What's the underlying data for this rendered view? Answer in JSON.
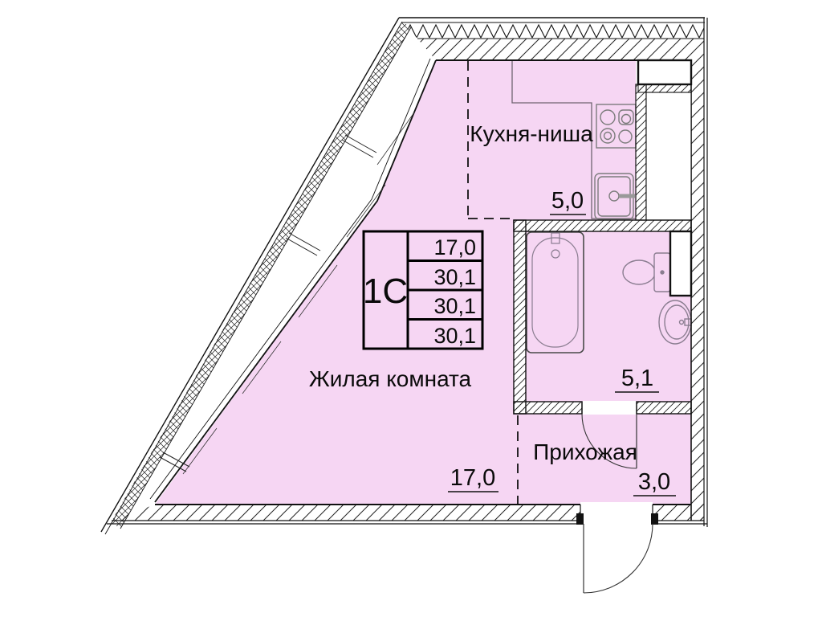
{
  "unit": {
    "type_label": "1С",
    "table_rows": [
      "17,0",
      "30,1",
      "30,1",
      "30,1"
    ]
  },
  "rooms": {
    "kitchen": {
      "label": "Кухня-ниша",
      "area": "5,0"
    },
    "living": {
      "label": "Жилая комната",
      "area": "17,0"
    },
    "bath": {
      "area": "5,1"
    },
    "hall": {
      "label": "Прихожая",
      "area": "3,0"
    }
  },
  "colors": {
    "room_fill": "#f6d6f3",
    "line": "#111111",
    "fixture": "#8a7d90"
  }
}
